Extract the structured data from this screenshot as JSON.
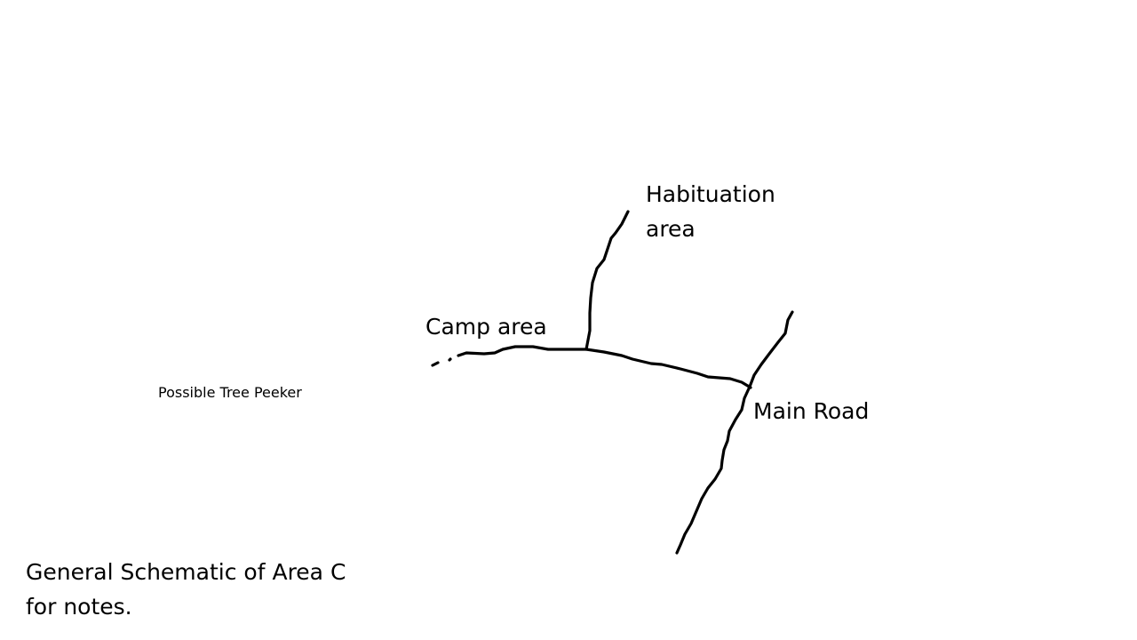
{
  "labels": {
    "habituation_line1": "Habituation",
    "habituation_line2": "area",
    "camp": "Camp area",
    "main_road": "Main Road",
    "tree_peeker": "Possible Tree Peeker",
    "caption_line1": "General Schematic of Area C",
    "caption_line2": "for notes."
  },
  "colors": {
    "background": "#ffffff",
    "ink": "#000000"
  }
}
